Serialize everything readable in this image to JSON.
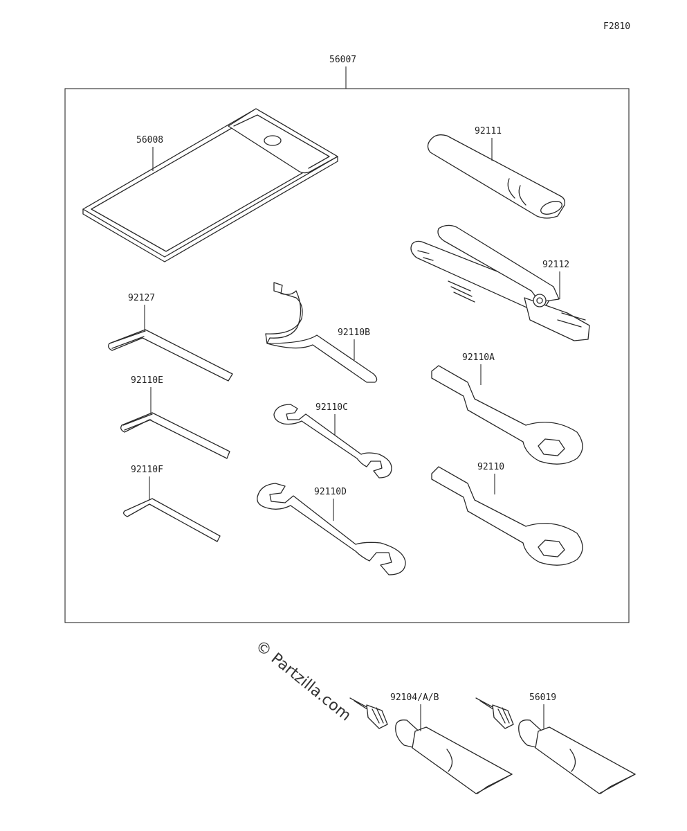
{
  "figure_code": "F2810",
  "watermark": "© Partzilla.com",
  "callouts": {
    "kit": "56007",
    "pouch": "56008",
    "handle": "92111",
    "pliers": "92112",
    "hex_92127": "92127",
    "hex_92110E": "92110E",
    "hex_92110F": "92110F",
    "hook_wrench": "92110B",
    "wrench_c": "92110C",
    "wrench_d": "92110D",
    "box_wrench_a": "92110A",
    "box_wrench": "92110",
    "repair_tube_1": "92104/A/B",
    "repair_tube_2": "56019"
  }
}
